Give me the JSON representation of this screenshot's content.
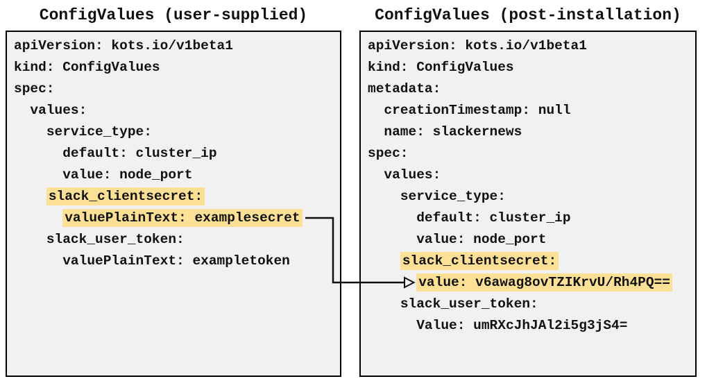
{
  "colors": {
    "highlight": "#fbe096",
    "panel_bg": "#f1f1f1",
    "panel_border": "#000000",
    "text": "#111111",
    "arrow": "#111111"
  },
  "left_panel": {
    "title": "ConfigValues (user-supplied)",
    "lines": [
      {
        "pad": "",
        "text": "apiVersion: kots.io/v1beta1",
        "highlight": false
      },
      {
        "pad": "",
        "text": "kind: ConfigValues",
        "highlight": false
      },
      {
        "pad": "",
        "text": "spec:",
        "highlight": false
      },
      {
        "pad": "  ",
        "text": "values:",
        "highlight": false
      },
      {
        "pad": "    ",
        "text": "service_type:",
        "highlight": false
      },
      {
        "pad": "      ",
        "text": "default: cluster_ip",
        "highlight": false
      },
      {
        "pad": "      ",
        "text": "value: node_port",
        "highlight": false
      },
      {
        "pad": "    ",
        "text": "slack_clientsecret:",
        "highlight": true
      },
      {
        "pad": "      ",
        "text": "valuePlainText: examplesecret",
        "highlight": true
      },
      {
        "pad": "    ",
        "text": "slack_user_token:",
        "highlight": false
      },
      {
        "pad": "      ",
        "text": "valuePlainText: exampletoken",
        "highlight": false
      }
    ]
  },
  "right_panel": {
    "title": "ConfigValues (post-installation)",
    "lines": [
      {
        "pad": "",
        "text": "apiVersion: kots.io/v1beta1",
        "highlight": false
      },
      {
        "pad": "",
        "text": "kind: ConfigValues",
        "highlight": false
      },
      {
        "pad": "",
        "text": "metadata:",
        "highlight": false
      },
      {
        "pad": "  ",
        "text": "creationTimestamp: null",
        "highlight": false
      },
      {
        "pad": "  ",
        "text": "name: slackernews",
        "highlight": false
      },
      {
        "pad": "",
        "text": "spec:",
        "highlight": false
      },
      {
        "pad": "  ",
        "text": "values:",
        "highlight": false
      },
      {
        "pad": "    ",
        "text": "service_type:",
        "highlight": false
      },
      {
        "pad": "      ",
        "text": "default: cluster_ip",
        "highlight": false
      },
      {
        "pad": "      ",
        "text": "value: node_port",
        "highlight": false
      },
      {
        "pad": "    ",
        "text": "slack_clientsecret:",
        "highlight": true
      },
      {
        "pad": "      ",
        "text": "value: v6awag8ovTZIKrvU/Rh4PQ==",
        "highlight": true
      },
      {
        "pad": "    ",
        "text": "slack_user_token:",
        "highlight": false
      },
      {
        "pad": "      ",
        "text": "Value: umRXcJhJAl2i5g3jS4=",
        "highlight": false
      }
    ]
  }
}
